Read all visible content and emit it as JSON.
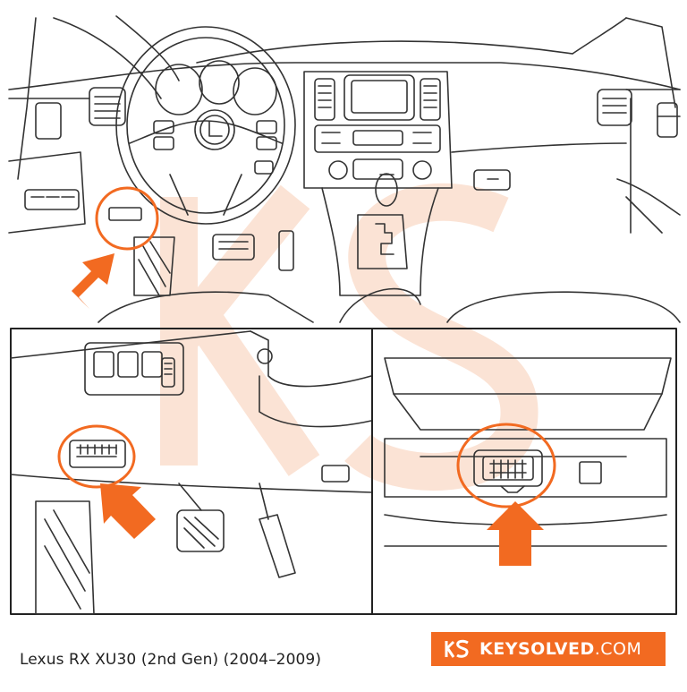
{
  "caption": "Lexus RX XU30 (2nd Gen) (2004–2009)",
  "brand": {
    "name": "KEYSOLVED",
    "domain": ".COM",
    "color": "#f26a21"
  },
  "colors": {
    "accent": "#f26a21",
    "line": "#333333",
    "watermark": "#fbe3d5"
  },
  "icons": {
    "arrows": "orange-arrow-icon",
    "highlight": "highlight-circle-icon",
    "steering_logo": "lexus-logo-icon"
  }
}
